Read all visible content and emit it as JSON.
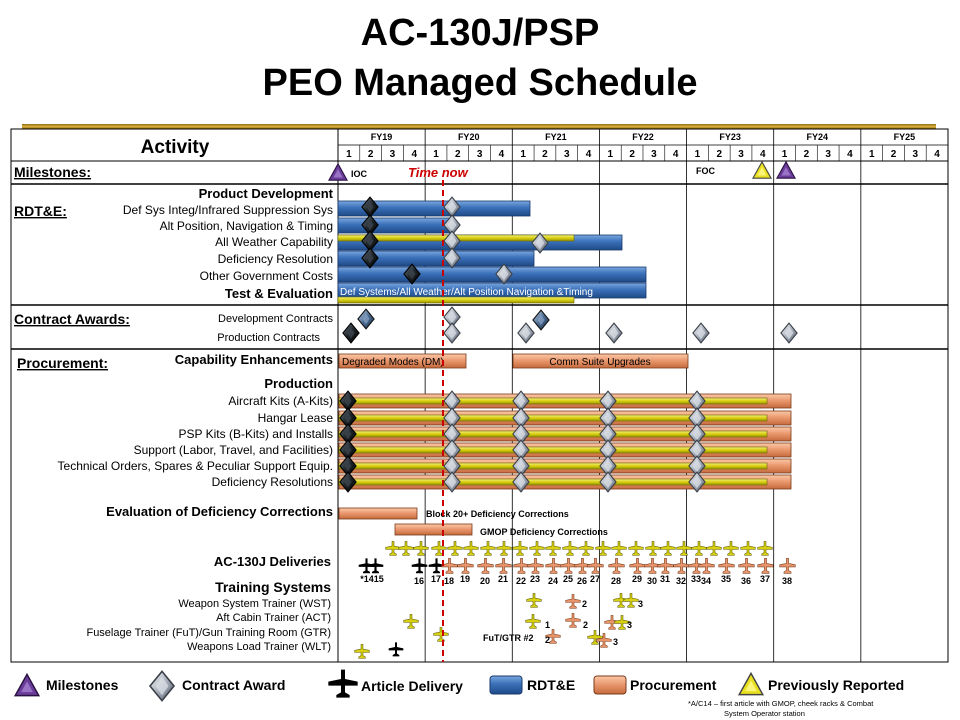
{
  "title_line1": "AC-130J/PSP",
  "title_line2": "PEO Managed Schedule",
  "header": {
    "activity_label": "Activity",
    "fiscal_years": [
      "FY19",
      "FY20",
      "FY21",
      "FY22",
      "FY23",
      "FY24",
      "FY25"
    ],
    "quarters": [
      "1",
      "2",
      "3",
      "4"
    ]
  },
  "milestones": {
    "label": "Milestones:",
    "ioc": "IOC",
    "time_now": "Time now",
    "foc": "FOC"
  },
  "rdte": {
    "label": "RDT&E:",
    "product_development": "Product Development",
    "rows": [
      "Def Sys Integ/Infrared  Suppression Sys",
      "Alt Position, Navigation  & Timing",
      "All Weather Capability",
      "Deficiency Resolution",
      "Other Government Costs"
    ],
    "test_evaluation": "Test & Evaluation",
    "test_bar_text": "Def Systems/All Weather/Alt Position Navigation &Timing"
  },
  "contract_awards": {
    "label": "Contract Awards:",
    "rows": [
      "Development Contracts",
      "Production Contracts"
    ]
  },
  "procurement": {
    "label": "Procurement:",
    "capability_enhancements": "Capability Enhancements",
    "degraded_modes": "Degraded Modes (DM)",
    "comm_suite": "Comm Suite Upgrades",
    "production": "Production",
    "rows": [
      "Aircraft Kits (A-Kits)",
      "Hangar Lease",
      "PSP Kits (B-Kits) and Installs",
      "Support (Labor, Travel, and Facilities)",
      "Technical Orders, Spares & Peculiar Support Equip.",
      "Deficiency Resolutions"
    ]
  },
  "evaluation": {
    "label": "Evaluation  of Deficiency Corrections",
    "block20": "Block 20+ Deficiency Corrections",
    "gmop": "GMOP Deficiency Corrections"
  },
  "deliveries": {
    "label": "AC-130J Deliveries",
    "numbers": [
      "*1415",
      "16",
      "17",
      "18",
      "19",
      "20",
      "21",
      "22",
      "23",
      "24",
      "25",
      "26",
      "27",
      "28",
      "29",
      "30",
      "31",
      "32",
      "33",
      "34",
      "35",
      "36",
      "37",
      "38"
    ]
  },
  "training": {
    "label": "Training Systems",
    "rows": [
      "Weapon System Trainer (WST)",
      "Aft Cabin Trainer (ACT)",
      "Fuselage Trainer (FuT)/Gun Training Room (GTR)",
      "Weapons Load Trainer (WLT)"
    ],
    "fut_gtr": "FuT/GTR #2",
    "counts": [
      "2",
      "3",
      "1",
      "2",
      "3",
      "2",
      "3"
    ]
  },
  "legend": {
    "milestones": "Milestones",
    "contract_award": "Contract Award",
    "article_delivery": "Article Delivery",
    "rdte": "RDT&E",
    "procurement": "Procurement",
    "previously_reported": "Previously Reported"
  },
  "footnote": {
    "line1": "*A/C14 – first article with GMOP,  cheek racks & Combat",
    "line2": "System Operator station"
  },
  "colors": {
    "rdte_blue": "#3a70b8",
    "procurement_orange": "#e8956b",
    "previously_reported_yellow": "#e8e020",
    "milestone_purple": "#6a3d9a",
    "time_now_red": "#cc0000"
  }
}
